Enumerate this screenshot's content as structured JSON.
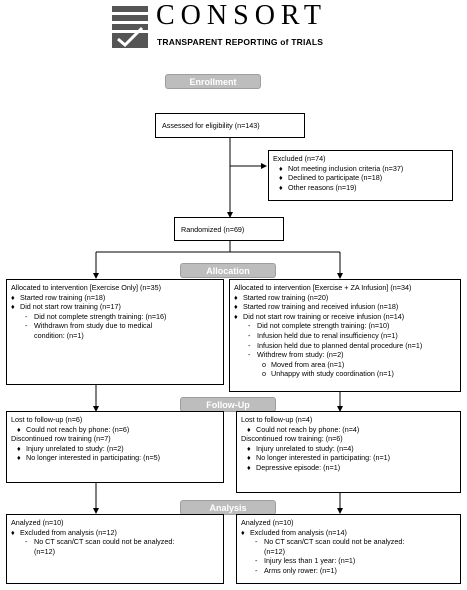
{
  "logo": {
    "word": "CONSORT",
    "tagline": "TRANSPARENT REPORTING of TRIALS"
  },
  "stages": {
    "enrollment": "Enrollment",
    "allocation": "Allocation",
    "followup": "Follow-Up",
    "analysis": "Analysis"
  },
  "assessed": "Assessed for eligibility (n=143)",
  "excluded": {
    "title": "Excluded (n=74)",
    "items": [
      "Not meeting inclusion criteria (n=37)",
      "Declined to participate (n=18)",
      "Other reasons (n=19)"
    ]
  },
  "randomized": "Randomized (n=69)",
  "alloc_left": {
    "title": "Allocated to intervention [Exercise Only] (n=35)",
    "l1": "Started row training (n=18)",
    "l2": "Did not start row training (n=17)",
    "l3": "Did not complete strength training: (n=16)",
    "l4": "Withdrawn from study due to medical",
    "l5": "condition: (n=1)"
  },
  "alloc_right": {
    "title": "Allocated to intervention [Exercise + ZA Infusion] (n=34)",
    "l1": "Started row training (n=20)",
    "l2": "Started row training and received infusion (n=18)",
    "l3": "Did not start row training or receive infusion (n=14)",
    "l4": "Did not complete strength training: (n=10)",
    "l5": "Infusion held due to renal insufficiency (n=1)",
    "l6": "Infusion held due to planned dental procedure (n=1)",
    "l7": "Withdrew from study: (n=2)",
    "l8": "Moved from area (n=1)",
    "l9": "Unhappy with study coordination (n=1)"
  },
  "follow_left": {
    "l1": "Lost to follow-up (n=6)",
    "l2": "Could not reach by phone: (n=6)",
    "l3": "Discontinued row training (n=7)",
    "l4": "Injury unrelated to study: (n=2)",
    "l5": "No longer interested in participating: (n=5)"
  },
  "follow_right": {
    "l1": "Lost to follow-up (n=4)",
    "l2": "Could not reach by phone: (n=4)",
    "l3": "Discontinued row training: (n=6)",
    "l4": "Injury unrelated to study: (n=4)",
    "l5": "No longer interested in participating: (n=1)",
    "l6": "Depressive episode: (n=1)"
  },
  "analysis_left": {
    "l1": "Analyzed (n=10)",
    "l2": "Excluded from analysis (n=12)",
    "l3": "No CT scan/CT scan could not be analyzed:",
    "l4": "(n=12)"
  },
  "analysis_right": {
    "l1": "Analyzed (n=10)",
    "l2": "Excluded from analysis (n=14)",
    "l3": "No CT scan/CT scan could not be analyzed:",
    "l4": "(n=12)",
    "l5": "Injury less than 1 year: (n=1)",
    "l6": "Arms only rower: (n=1)"
  },
  "symbols": {
    "diamond": "♦",
    "dash": "-",
    "circle": "o"
  },
  "colors": {
    "stage_fill": "#bdbdbd",
    "logo_gray": "#555555"
  }
}
